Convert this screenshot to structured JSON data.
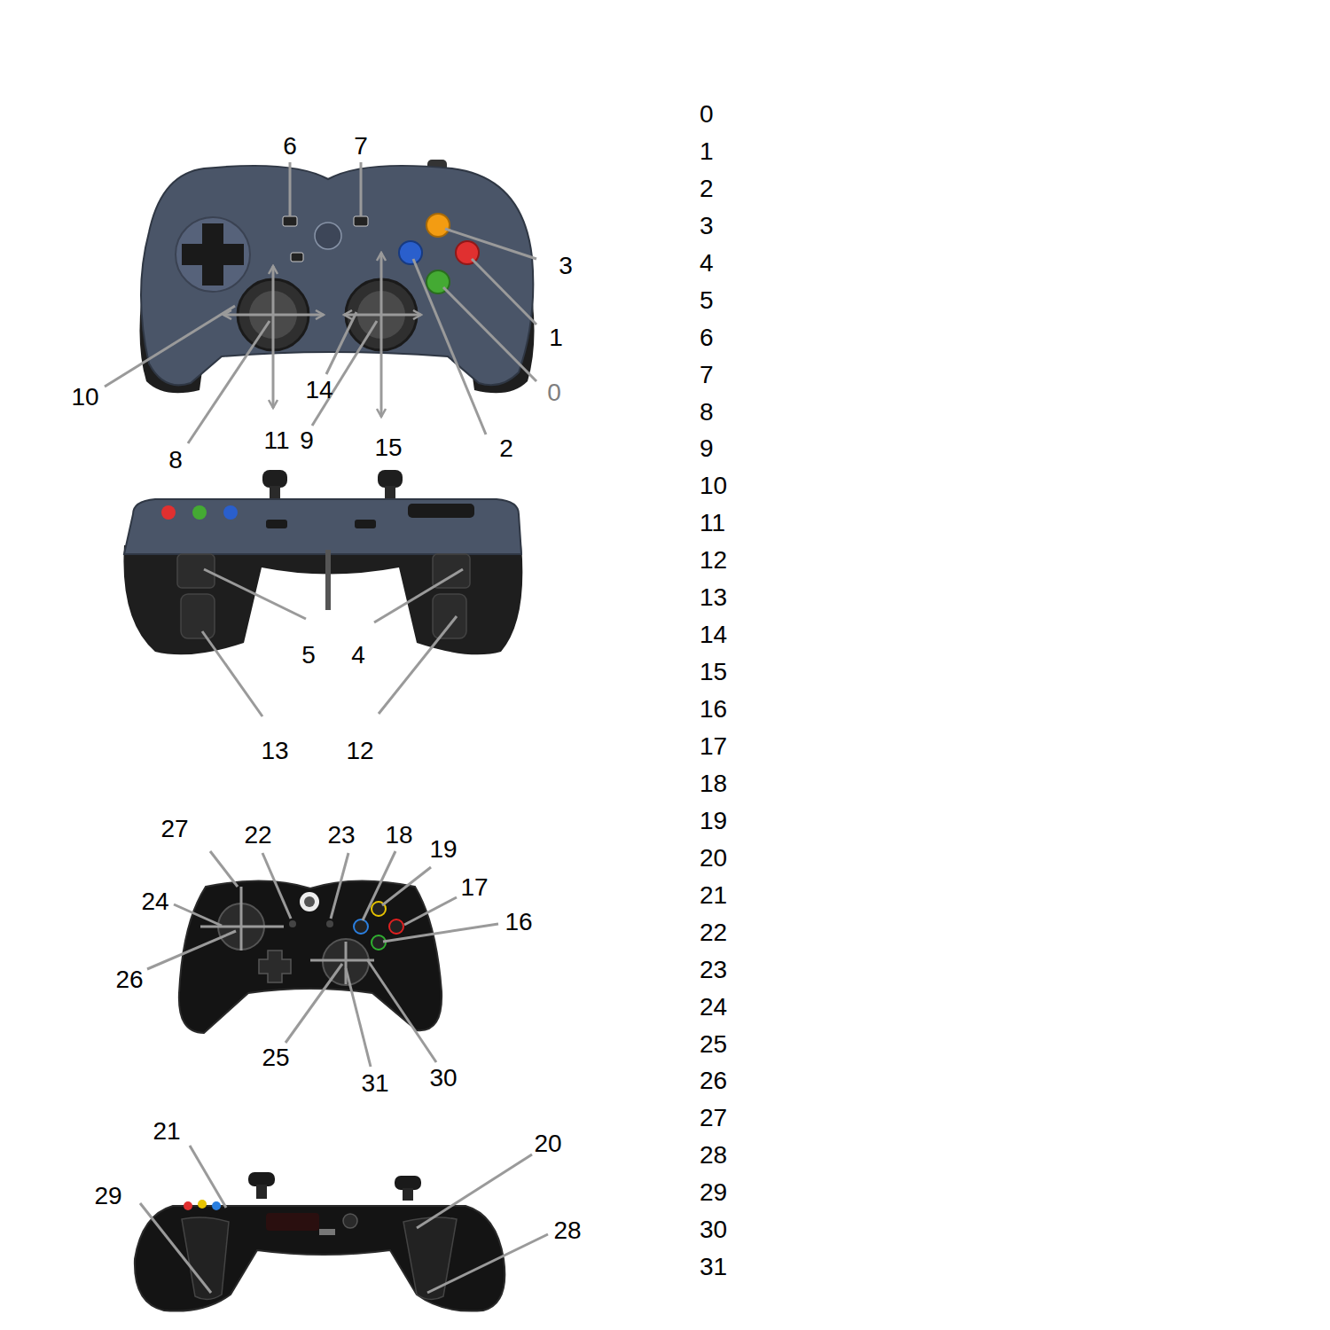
{
  "diagram": {
    "labels": [
      "6",
      "7",
      "3",
      "1",
      "0",
      "10",
      "14",
      "11",
      "9",
      "15",
      "2",
      "8",
      "5",
      "4",
      "13",
      "12",
      "27",
      "22",
      "23",
      "18",
      "19",
      "17",
      "24",
      "16",
      "26",
      "25",
      "31",
      "30",
      "21",
      "20",
      "29",
      "28",
      "0",
      "1",
      "2",
      "3",
      "4",
      "5",
      "6",
      "7",
      "8",
      "9",
      "10",
      "11",
      "12",
      "13",
      "14",
      "15",
      "16",
      "17",
      "18",
      "19",
      "20",
      "21",
      "22",
      "23",
      "24",
      "25",
      "26",
      "27",
      "28",
      "29",
      "30",
      "31"
    ]
  }
}
